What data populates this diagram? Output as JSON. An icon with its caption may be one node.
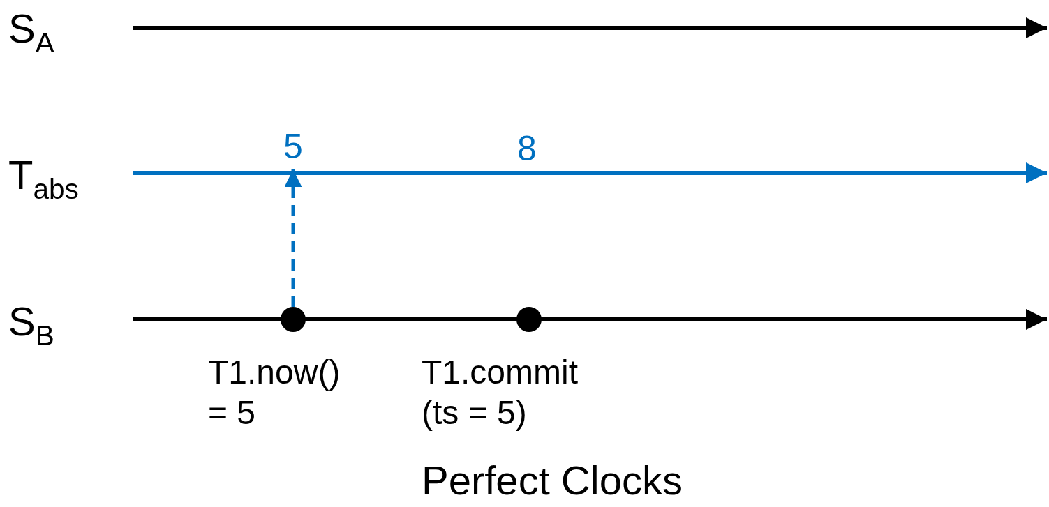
{
  "diagram": {
    "nodes": [
      {
        "text": [
          "5"
        ]
      },
      {
        "text": [],
        "shape": "circle",
        "beside": [
          "T1.now() = 5"
        ]
      },
      {
        "text": [],
        "shape": "circle",
        "beside": [
          "T1.commit (ts = 5)"
        ]
      }
    ],
    "edges": [
      {
        "from": 1,
        "to": 0,
        "arrow": "to",
        "style": "dashed",
        "color": "#0070c0"
      }
    ],
    "labels": [
      "S$_{A}$",
      "8",
      "T$_{abs}$",
      "S$_{B}$",
      "Perfect Clocks"
    ]
  }
}
